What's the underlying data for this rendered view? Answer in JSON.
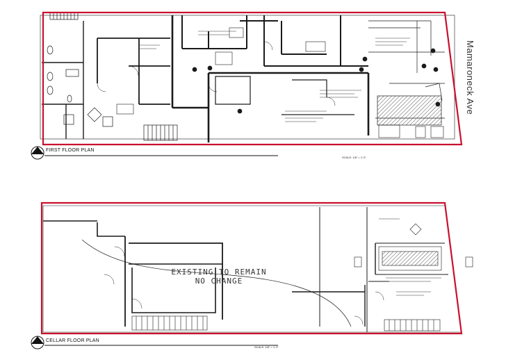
{
  "street_label": "Mamaroneck Ave",
  "first_floor": {
    "title": "FIRST FLOOR PLAN",
    "scale": "SCALE: 1/8\" = 1'-0\""
  },
  "cellar": {
    "title": "CELLAR FLOOR PLAN",
    "scale": "SCALE: 1/8\" = 1'-0\"",
    "note_line1": "EXISTING TO REMAIN",
    "note_line2": "NO CHANGE"
  },
  "colors": {
    "boundary": "#c8102e",
    "linework": "#1a1a1a",
    "hatch": "#555555"
  }
}
